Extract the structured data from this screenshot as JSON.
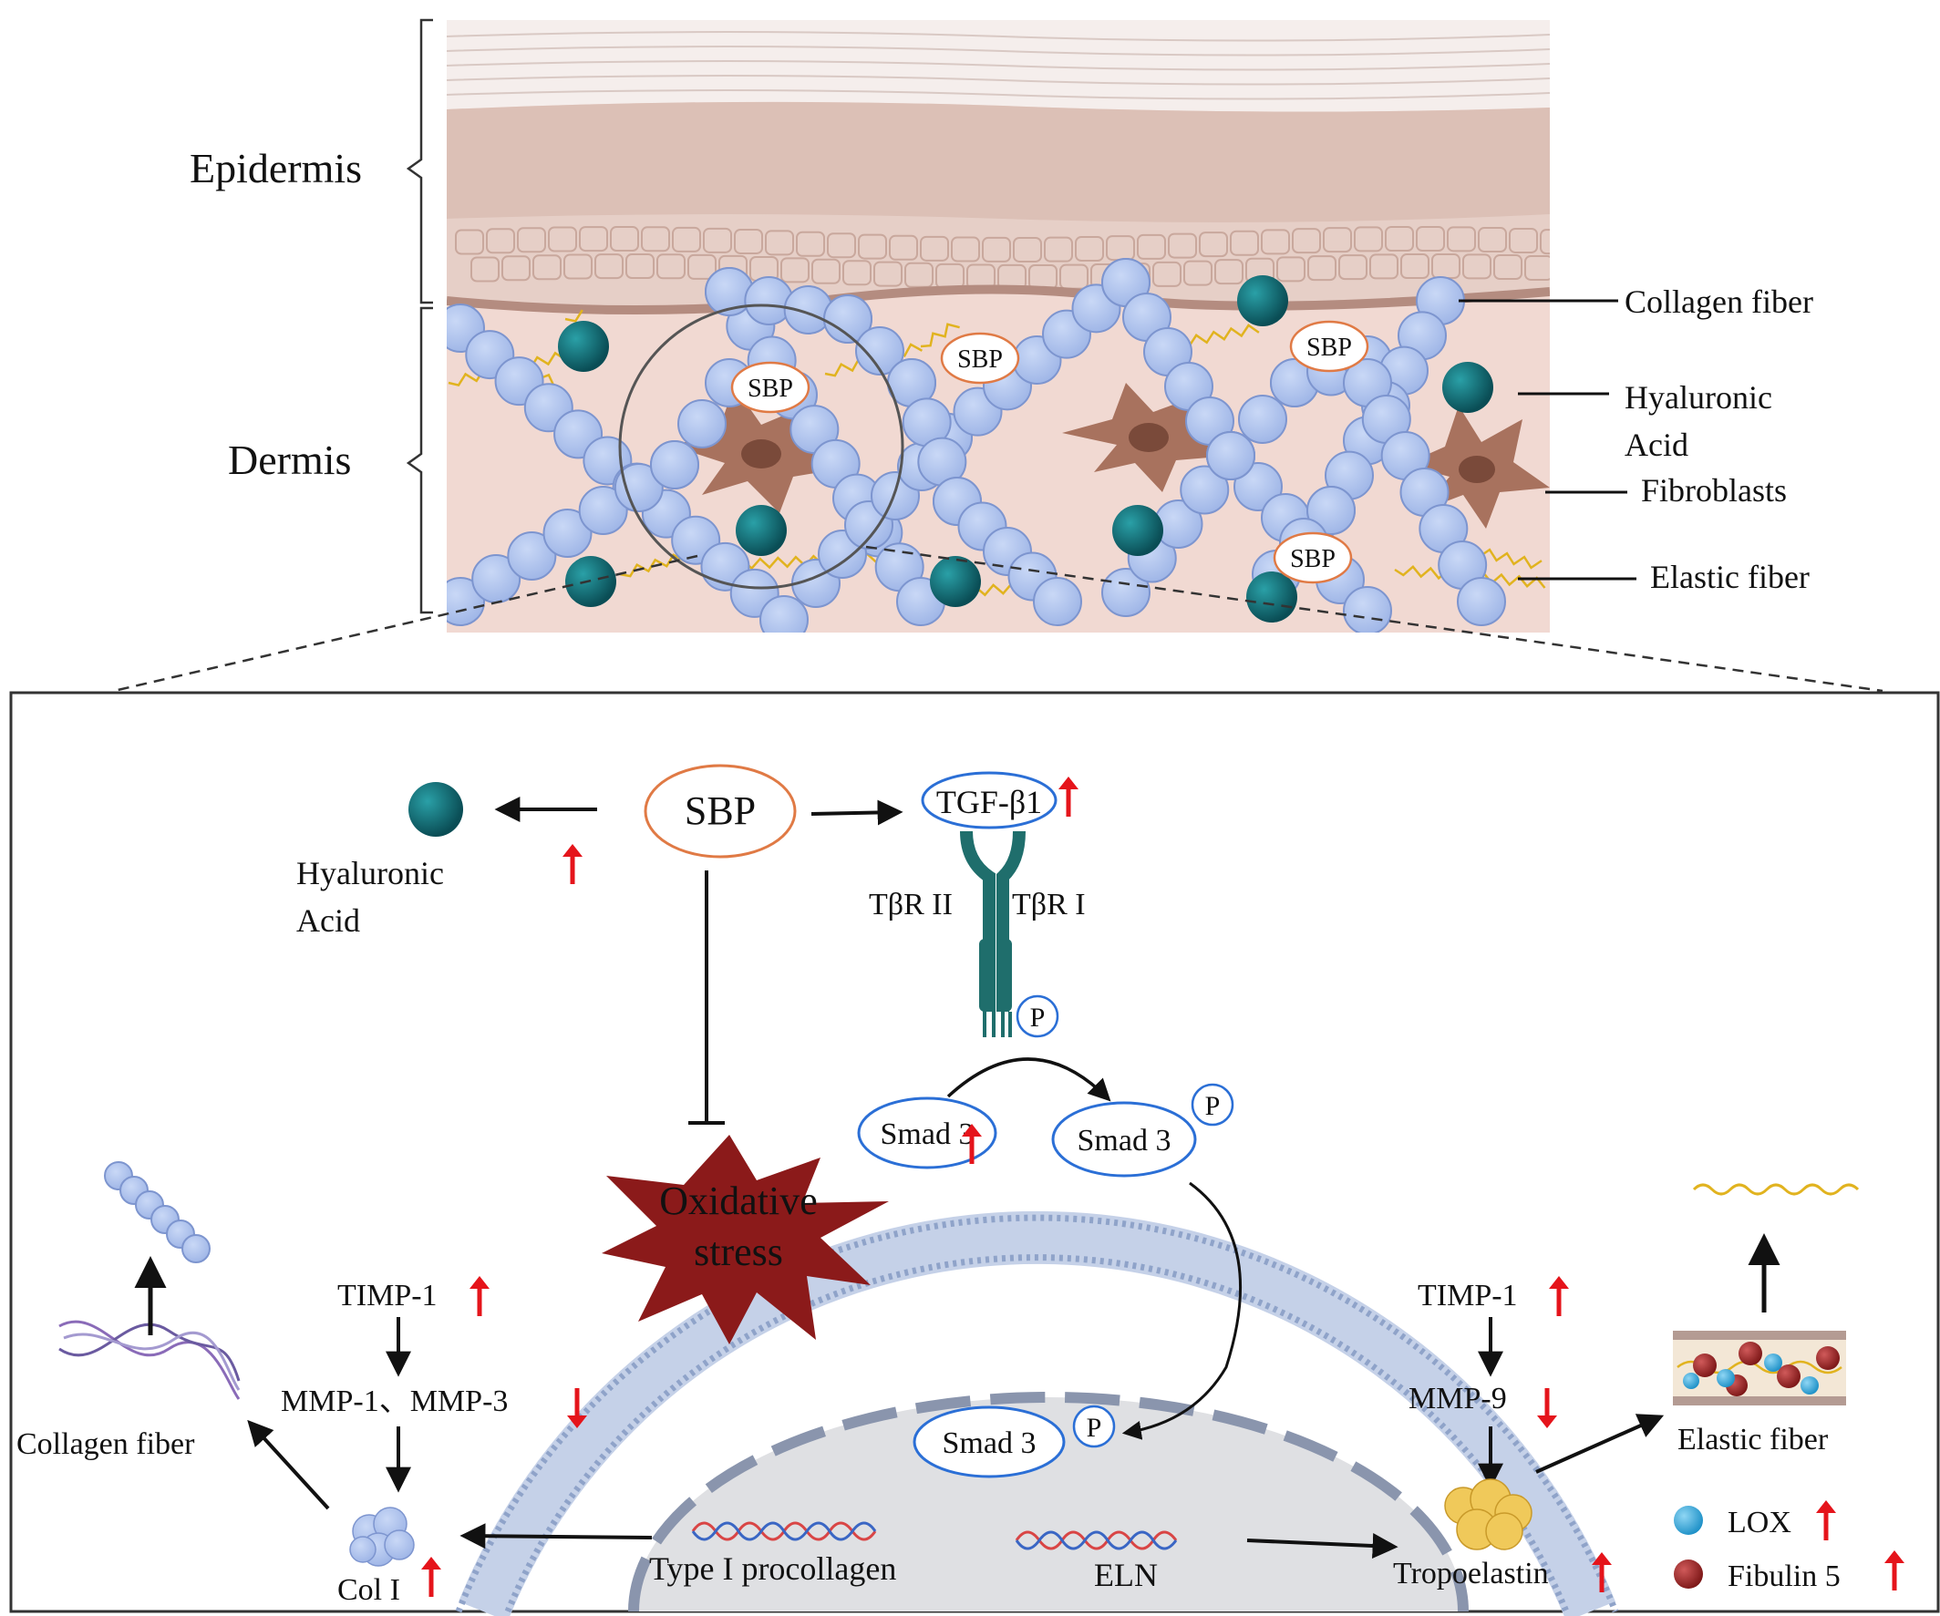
{
  "skin": {
    "epidermis_label": "Epidermis",
    "dermis_label": "Dermis",
    "sbp_badge": "SBP",
    "legend": {
      "collagen": "Collagen fiber",
      "hyaluronic_line1": "Hyaluronic",
      "hyaluronic_line2": "Acid",
      "fibroblasts": "Fibroblasts",
      "elastic": "Elastic fiber"
    }
  },
  "pathway": {
    "sbp": "SBP",
    "hyaluronic_line1": "Hyaluronic",
    "hyaluronic_line2": "Acid",
    "tgf": "TGF-β1",
    "tbr2": "TβR II",
    "tbr1": "TβR I",
    "p": "P",
    "smad3": "Smad 3",
    "oxidative_line1": "Oxidative",
    "oxidative_line2": "stress",
    "left": {
      "timp1": "TIMP-1",
      "mmp13": "MMP-1、MMP-3",
      "col1": "Col I",
      "collagen_fiber": "Collagen fiber"
    },
    "right": {
      "timp1": "TIMP-1",
      "mmp9": "MMP-9",
      "tropoelastin": "Tropoelastin",
      "elastic_fiber": "Elastic fiber",
      "lox": "LOX",
      "fibulin5": "Fibulin 5"
    },
    "nucleus": {
      "procollagen": "Type I procollagen",
      "eln": "ELN"
    }
  },
  "colors": {
    "up_arrow": "#e5141b",
    "collagen_bead": "#a9bfea",
    "hyaluronic": "#0e6b73",
    "fibroblast": "#a8725e",
    "receptor": "#1f6e6c",
    "oxidative": "#8b1a1a",
    "badge_border": "#e07a45",
    "smad_border": "#2b6fd6"
  }
}
